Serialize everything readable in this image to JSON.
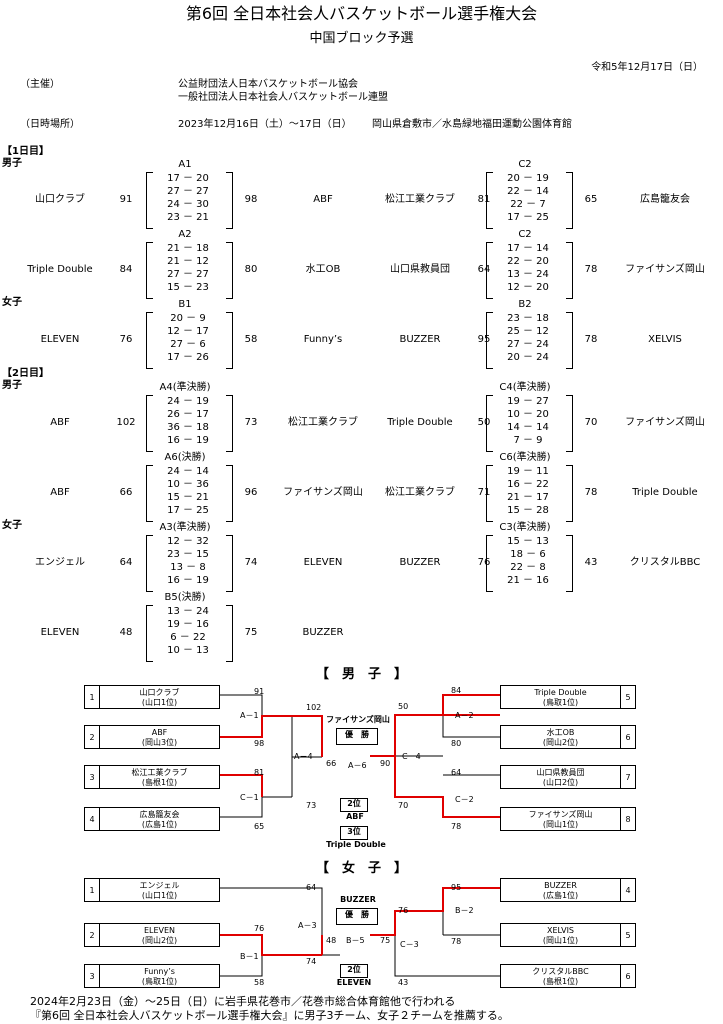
{
  "header": {
    "title": "第6回 全日本社会人バスケットボール選手権大会",
    "subtitle": "中国ブロック予選",
    "date": "令和5年12月17日（日）"
  },
  "info": {
    "organizer_label": "（主催）",
    "organizer_1": "公益財団法人日本バスケットボール協会",
    "organizer_2": "一般社団法人日本社会人バスケットボール連盟",
    "schedule_label": "（日時場所）",
    "schedule_dates": "2023年12月16日（土）～17日（日）",
    "schedule_venue": "岡山県倉敷市／水島緑地福田運動公園体育館"
  },
  "day1_label": "【1日目】",
  "day2_label": "【2日目】",
  "men_label": "男子",
  "women_label": "女子",
  "games": [
    {
      "code": "A1",
      "left": "山口クラブ",
      "lscore": "91",
      "q": [
        "17 － 20",
        "27 － 27",
        "24 － 30",
        "23 － 21"
      ],
      "rscore": "98",
      "right": "ABF"
    },
    {
      "code": "C2",
      "left": "松江工業クラブ",
      "lscore": "81",
      "q": [
        "20 － 19",
        "22 － 14",
        "22 － 7",
        "17 － 25"
      ],
      "rscore": "65",
      "right": "広島籠友会"
    },
    {
      "code": "A2",
      "left": "Triple Double",
      "lscore": "84",
      "q": [
        "21 － 18",
        "21 － 12",
        "27 － 27",
        "15 － 23"
      ],
      "rscore": "80",
      "right": "水工OB"
    },
    {
      "code": "C2",
      "left": "山口県教員団",
      "lscore": "64",
      "q": [
        "17 － 14",
        "22 － 20",
        "13 － 24",
        "12 － 20"
      ],
      "rscore": "78",
      "right": "ファイサンズ岡山"
    },
    {
      "code": "B1",
      "left": "ELEVEN",
      "lscore": "76",
      "q": [
        "20 － 9",
        "12 － 17",
        "27 － 6",
        "17 － 26"
      ],
      "rscore": "58",
      "right": "Funny’s"
    },
    {
      "code": "B2",
      "left": "BUZZER",
      "lscore": "95",
      "q": [
        "23 － 18",
        "25 － 12",
        "27 － 24",
        "20 － 24"
      ],
      "rscore": "78",
      "right": "XELVIS"
    },
    {
      "code": "A4(準決勝)",
      "left": "ABF",
      "lscore": "102",
      "q": [
        "24 － 19",
        "26 － 17",
        "36 － 18",
        "16 － 19"
      ],
      "rscore": "73",
      "right": "松江工業クラブ"
    },
    {
      "code": "C4(準決勝)",
      "left": "Triple Double",
      "lscore": "50",
      "q": [
        "19 － 27",
        "10 － 20",
        "14 － 14",
        "7 － 9"
      ],
      "rscore": "70",
      "right": "ファイサンズ岡山"
    },
    {
      "code": "A6(決勝)",
      "left": "ABF",
      "lscore": "66",
      "q": [
        "24 － 14",
        "10 － 36",
        "15 － 21",
        "17 － 25"
      ],
      "rscore": "96",
      "right": "ファイサンズ岡山"
    },
    {
      "code": "C6(準決勝)",
      "left": "松江工業クラブ",
      "lscore": "71",
      "q": [
        "19 － 11",
        "16 － 22",
        "21 － 17",
        "15 － 28"
      ],
      "rscore": "78",
      "right": "Triple Double"
    },
    {
      "code": "A3(準決勝)",
      "left": "エンジェル",
      "lscore": "64",
      "q": [
        "12 － 32",
        "23 － 15",
        "13 － 8",
        "16 － 19"
      ],
      "rscore": "74",
      "right": "ELEVEN"
    },
    {
      "code": "C3(準決勝)",
      "left": "BUZZER",
      "lscore": "76",
      "q": [
        "15 － 13",
        "18 － 6",
        "22 － 8",
        "21 － 16"
      ],
      "rscore": "43",
      "right": "クリスタルBBC"
    },
    {
      "code": "B5(決勝)",
      "left": "ELEVEN",
      "lscore": "48",
      "q": [
        "13 － 24",
        "19 － 16",
        "6 － 22",
        "10 － 13"
      ],
      "rscore": "75",
      "right": "BUZZER"
    }
  ],
  "bracket_men": {
    "title": "【　男　子　】",
    "seeds": [
      {
        "num": "1",
        "name": "山口クラブ",
        "sub": "(山口1位)"
      },
      {
        "num": "2",
        "name": "ABF",
        "sub": "(岡山3位)"
      },
      {
        "num": "3",
        "name": "松江工業クラブ",
        "sub": "(島根1位)"
      },
      {
        "num": "4",
        "name": "広島籠友会",
        "sub": "(広島1位)"
      },
      {
        "num": "5",
        "name": "Triple Double",
        "sub": "(鳥取1位)"
      },
      {
        "num": "6",
        "name": "水工OB",
        "sub": "(岡山2位)"
      },
      {
        "num": "7",
        "name": "山口県教員団",
        "sub": "(山口2位)"
      },
      {
        "num": "8",
        "name": "ファイサンズ岡山",
        "sub": "(岡山1位)"
      }
    ],
    "scores": {
      "s1": "91",
      "s2": "98",
      "s3": "81",
      "s4": "65",
      "s5": "84",
      "s6": "80",
      "s7": "64",
      "s8": "78",
      "a4l": "102",
      "a4r": "73",
      "c4l": "50",
      "c4r": "70",
      "a6l": "66",
      "a6r": "90"
    },
    "codes": {
      "a1": "A－1",
      "c1": "C－1",
      "a2": "A－2",
      "c2": "C－2",
      "a4": "A－4",
      "c4": "C－4",
      "a6": "A－6"
    },
    "champion": "ファイサンズ岡山",
    "win_label": "優　勝",
    "second_label": "2位",
    "second": "ABF",
    "third_label": "3位",
    "third": "Triple Double"
  },
  "bracket_women": {
    "title": "【　女　子　】",
    "seeds": [
      {
        "num": "1",
        "name": "エンジェル",
        "sub": "(山口1位)"
      },
      {
        "num": "2",
        "name": "ELEVEN",
        "sub": "(岡山2位)"
      },
      {
        "num": "3",
        "name": "Funny’s",
        "sub": "(鳥取1位)"
      },
      {
        "num": "4",
        "name": "BUZZER",
        "sub": "(広島1位)"
      },
      {
        "num": "5",
        "name": "XELVIS",
        "sub": "(岡山1位)"
      },
      {
        "num": "6",
        "name": "クリスタルBBC",
        "sub": "(島根1位)"
      }
    ],
    "scores": {
      "s1": "64",
      "s2": "76",
      "s3": "58",
      "s4": "95",
      "s5": "78",
      "s6": "43",
      "a3l": "74",
      "b5l": "48",
      "b5r": "75",
      "b2l": "76"
    },
    "codes": {
      "a3": "A－3",
      "b1": "B－1",
      "b2": "B－2",
      "c3": "C－3",
      "b5": "B－5"
    },
    "champion": "BUZZER",
    "win_label": "優　勝",
    "second_label": "2位",
    "second": "ELEVEN"
  },
  "footer": {
    "line1": "2024年2月23日（金）～25日（日）に岩手県花巻市／花巻市総合体育館他で行われる",
    "line2": "『第6回 全日本社会人バスケットボール選手権大会』に男子3チーム、女子２チームを推薦する。"
  }
}
